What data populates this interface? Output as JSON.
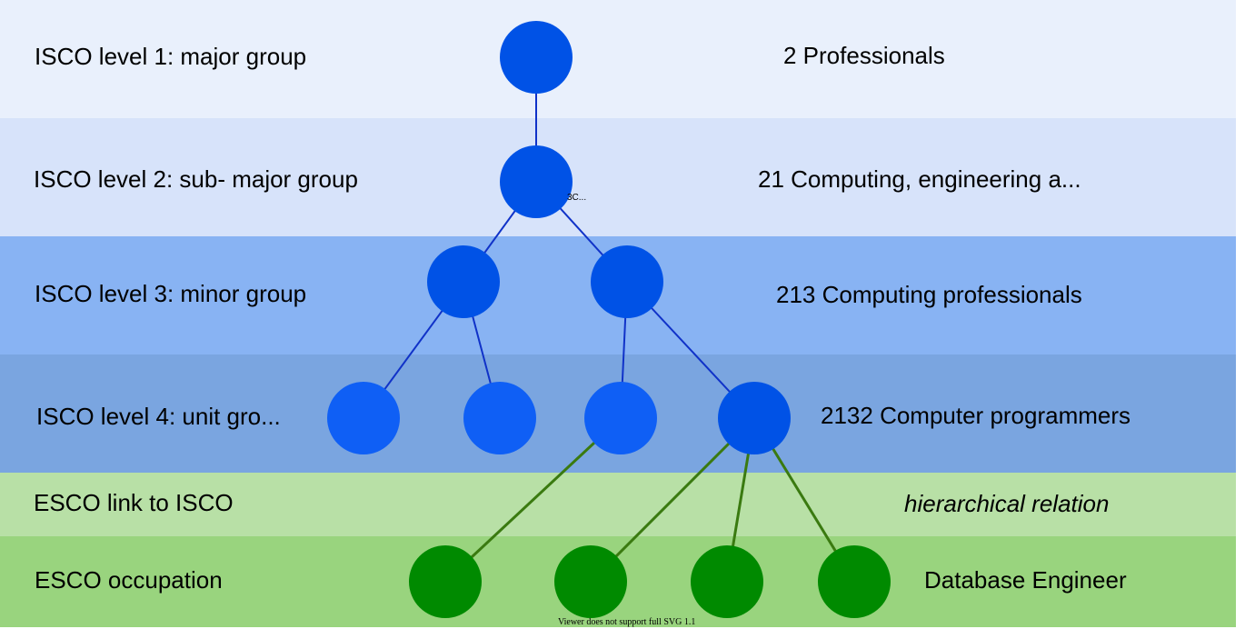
{
  "colors": {
    "level1": "#e9f0fc",
    "level2": "#d7e3fa",
    "level3": "#88b3f3",
    "level4": "#7aa5e0",
    "link_band": "#b8e0a6",
    "occupation_band": "#99d47e",
    "isco_node_dark": "#0052e6",
    "isco_node_light": "#0f5ff5",
    "isco_edge": "#1032c8",
    "esco_node": "#008a00",
    "esco_edge": "#3a7a10"
  },
  "bands": [
    {
      "label": "ISCO level 1: major group",
      "desc": "2  Professionals"
    },
    {
      "label": "ISCO level 2: sub- major group",
      "desc": "21  Computing, engineering a..."
    },
    {
      "label": "ISCO level 3: minor group",
      "desc": "213  Computing professionals"
    },
    {
      "label": "ISCO level 4: unit gro...",
      "desc": "2132  Computer programmers"
    },
    {
      "label": "ESCO link to ISCO",
      "desc": "hierarchical relation"
    },
    {
      "label": "ESCO occupation",
      "desc": "Database Engineer"
    }
  ],
  "node_tag": "3C...",
  "footnote": "Viewer does not support full SVG 1.1"
}
